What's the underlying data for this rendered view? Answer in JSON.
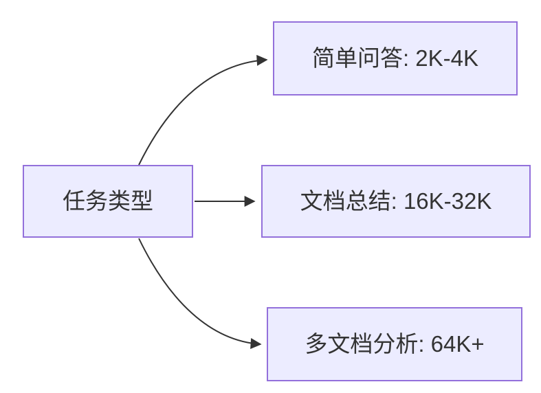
{
  "diagram": {
    "type": "flowchart",
    "direction": "left-to-right",
    "nodes": [
      {
        "id": "root",
        "label": "任务类型"
      },
      {
        "id": "qa",
        "label": "简单问答: 2K-4K"
      },
      {
        "id": "summary",
        "label": "文档总结: 16K-32K"
      },
      {
        "id": "multidoc",
        "label": "多文档分析: 64K+"
      }
    ],
    "edges": [
      {
        "from": "root",
        "to": "qa"
      },
      {
        "from": "root",
        "to": "summary"
      },
      {
        "from": "root",
        "to": "multidoc"
      }
    ],
    "colors": {
      "node_fill": "#ECECFF",
      "node_border": "#9370DB",
      "edge_stroke": "#333333",
      "text": "#333333",
      "background": "#FFFFFF"
    }
  }
}
